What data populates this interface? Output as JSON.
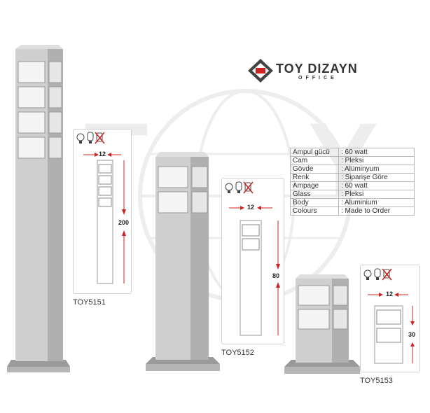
{
  "brand": {
    "name": "TOY DIZAYN",
    "sub": "OFFICE"
  },
  "specs": [
    {
      "label": "Ampul gücü",
      "value": ": 60 watt"
    },
    {
      "label": "Cam",
      "value": ": Pleksi"
    },
    {
      "label": "Gövde",
      "value": ": Alüminyum"
    },
    {
      "label": "Renk",
      "value": ": Siparişe Göre"
    },
    {
      "label": "Ampage",
      "value": ": 60 watt"
    },
    {
      "label": "Glass",
      "value": ": Pleksi"
    },
    {
      "label": "Body",
      "value": ": Aluminium"
    },
    {
      "label": "Colours",
      "value": ": Made to Order"
    }
  ],
  "products": [
    {
      "code": "TOY5151",
      "width_label": "12",
      "height_label": "200"
    },
    {
      "code": "TOY5152",
      "width_label": "12",
      "height_label": "80"
    },
    {
      "code": "TOY5153",
      "width_label": "12",
      "height_label": "30"
    }
  ],
  "colors": {
    "body": "#c9c9c9",
    "body_dark": "#a8a8a8",
    "dimension_arrow": "#cc2222",
    "text": "#333333"
  },
  "icons": [
    "lamp-bulb-icon",
    "energy-saving-bulb-icon",
    "no-bulb-icon"
  ]
}
